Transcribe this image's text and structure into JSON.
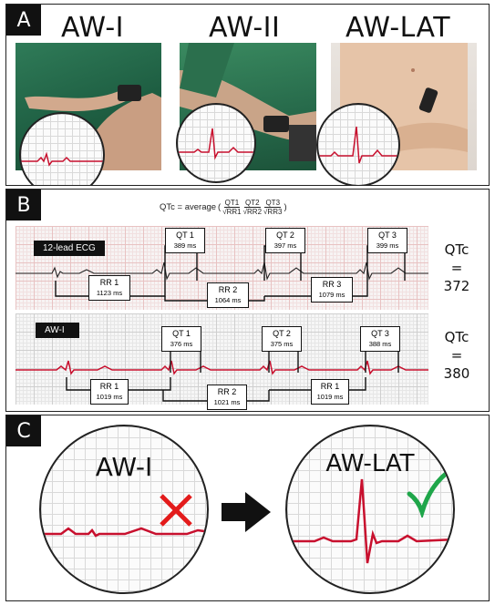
{
  "panelA": {
    "tag": "A",
    "titles": [
      "AW-I",
      "AW-II",
      "AW-LAT"
    ]
  },
  "panelB": {
    "tag": "B",
    "formula": {
      "lhs": "QTc = average",
      "terms": [
        {
          "num": "QT1",
          "den": "RR1"
        },
        {
          "num": "QT2",
          "den": "RR2"
        },
        {
          "num": "QT3",
          "den": "RR3"
        }
      ]
    },
    "strip1": {
      "label": "12-lead ECG",
      "qt": [
        {
          "name": "QT 1",
          "value": "389 ms"
        },
        {
          "name": "QT 2",
          "value": "397 ms"
        },
        {
          "name": "QT 3",
          "value": "399 ms"
        }
      ],
      "rr": [
        {
          "name": "RR 1",
          "value": "1123 ms"
        },
        {
          "name": "RR 2",
          "value": "1064 ms"
        },
        {
          "name": "RR 3",
          "value": "1079 ms"
        }
      ],
      "qtc_label": "QTc",
      "eq": "=",
      "qtc_value": "372"
    },
    "strip2": {
      "label": "AW-I",
      "qt": [
        {
          "name": "QT 1",
          "value": "376 ms"
        },
        {
          "name": "QT 2",
          "value": "375 ms"
        },
        {
          "name": "QT 3",
          "value": "388 ms"
        }
      ],
      "rr": [
        {
          "name": "RR 1",
          "value": "1019 ms"
        },
        {
          "name": "RR 2",
          "value": "1021 ms"
        },
        {
          "name": "RR 1",
          "value": "1019 ms"
        }
      ],
      "qtc_label": "QTc",
      "eq": "=",
      "qtc_value": "380"
    }
  },
  "panelC": {
    "tag": "C",
    "left_label": "AW-I",
    "right_label": "AW-LAT"
  },
  "colors": {
    "ecg_red": "#c8102e",
    "cross_red": "#e31b1b",
    "check_green": "#1fa64a"
  }
}
